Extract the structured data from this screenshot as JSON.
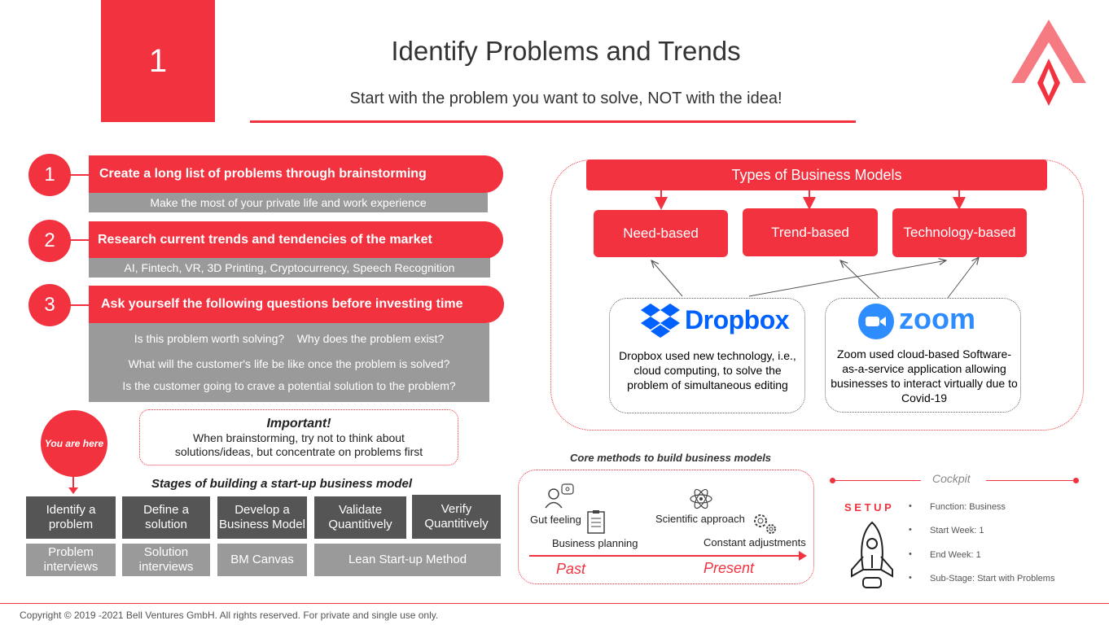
{
  "header": {
    "step_number": "1",
    "title": "Identify Problems and Trends",
    "subtitle": "Start with the problem you want to solve, NOT with the idea!"
  },
  "steps": [
    {
      "number": "1",
      "title": "Create a long list of problems through brainstorming",
      "detail": "Make the most of your private life and work experience"
    },
    {
      "number": "2",
      "title": "Research current trends and tendencies of the market",
      "detail": "AI, Fintech, VR, 3D Printing, Cryptocurrency, Speech Recognition"
    },
    {
      "number": "3",
      "title": "Ask yourself the following questions before investing time"
    }
  ],
  "questions": [
    "Is this problem worth solving?    Why does the problem exist?",
    "What will the customer's life be like once the problem is solved?",
    "Is the customer going to crave a potential solution to the problem?"
  ],
  "important": {
    "heading": "Important!",
    "text": "When brainstorming, try not to think about solutions/ideas, but concentrate on problems first"
  },
  "you_are_here": "You are here",
  "stages": {
    "heading": "Stages of building a start-up business model",
    "items": [
      "Identify a problem",
      "Define a solution",
      "Develop a Business Model",
      "Validate Quantitively",
      "Verify Quantitively"
    ],
    "methods": [
      "Problem interviews",
      "Solution interviews",
      "BM Canvas",
      "Lean Start-up Method"
    ]
  },
  "business_models": {
    "heading": "Types of Business Models",
    "types": [
      "Need-based",
      "Trend-based",
      "Technology-based"
    ],
    "examples": [
      {
        "brand": "Dropbox",
        "text": "Dropbox used new technology, i.e., cloud computing, to solve the problem of simultaneous editing"
      },
      {
        "brand": "zoom",
        "text": "Zoom used cloud-based Software-as-a-service application allowing businesses to interact virtually due to Covid-19"
      }
    ]
  },
  "core_methods": {
    "heading": "Core methods to build business models",
    "gut_feeling": "Gut feeling",
    "business_planning": "Business planning",
    "scientific": "Scientific approach",
    "constant": "Constant adjustments",
    "past": "Past",
    "present": "Present"
  },
  "cockpit": {
    "heading": "Cockpit",
    "setup": "S E T U P",
    "items": [
      "Function: Business",
      "Start Week: 1",
      "End Week: 1",
      "Sub-Stage: Start with Problems"
    ]
  },
  "footer": "Copyright © 2019 -2021 Bell Ventures GmbH. All rights reserved. For private and single use only.",
  "colors": {
    "accent": "#f2323f",
    "grey": "#9a9a9a",
    "dark": "#555555",
    "dropbox": "#0061fe",
    "zoom": "#2d8cff"
  }
}
